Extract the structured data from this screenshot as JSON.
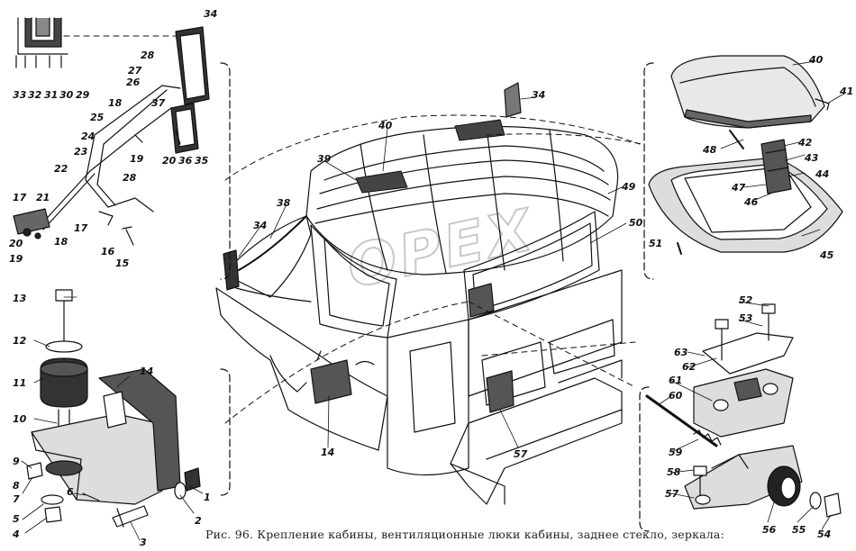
{
  "figure": {
    "caption": "Рис. 96. Крепление кабины, вентиляционные люки кабины, заднее стекло, зеркала:",
    "watermark": "OPEX"
  },
  "callouts": [
    {
      "id": "c1",
      "label": "1"
    },
    {
      "id": "c2",
      "label": "2"
    },
    {
      "id": "c3",
      "label": "3"
    },
    {
      "id": "c4",
      "label": "4"
    },
    {
      "id": "c5",
      "label": "5"
    },
    {
      "id": "c6",
      "label": "6"
    },
    {
      "id": "c7",
      "label": "7"
    },
    {
      "id": "c8",
      "label": "8"
    },
    {
      "id": "c9",
      "label": "9"
    },
    {
      "id": "c10",
      "label": "10"
    },
    {
      "id": "c11",
      "label": "11"
    },
    {
      "id": "c12",
      "label": "12"
    },
    {
      "id": "c13",
      "label": "13"
    },
    {
      "id": "c14a",
      "label": "14"
    },
    {
      "id": "c14b",
      "label": "14"
    },
    {
      "id": "c15",
      "label": "15"
    },
    {
      "id": "c16",
      "label": "16"
    },
    {
      "id": "c17a",
      "label": "17"
    },
    {
      "id": "c17b",
      "label": "17"
    },
    {
      "id": "c18a",
      "label": "18"
    },
    {
      "id": "c18b",
      "label": "18"
    },
    {
      "id": "c19a",
      "label": "19"
    },
    {
      "id": "c19b",
      "label": "19"
    },
    {
      "id": "c20a",
      "label": "20"
    },
    {
      "id": "c20b",
      "label": "20"
    },
    {
      "id": "c21",
      "label": "21"
    },
    {
      "id": "c22",
      "label": "22"
    },
    {
      "id": "c23",
      "label": "23"
    },
    {
      "id": "c24",
      "label": "24"
    },
    {
      "id": "c25",
      "label": "25"
    },
    {
      "id": "c26",
      "label": "26"
    },
    {
      "id": "c27",
      "label": "27"
    },
    {
      "id": "c28a",
      "label": "28"
    },
    {
      "id": "c28b",
      "label": "28"
    },
    {
      "id": "c29",
      "label": "29"
    },
    {
      "id": "c30",
      "label": "30"
    },
    {
      "id": "c31",
      "label": "31"
    },
    {
      "id": "c32",
      "label": "32"
    },
    {
      "id": "c33",
      "label": "33"
    },
    {
      "id": "c34a",
      "label": "34"
    },
    {
      "id": "c34b",
      "label": "34"
    },
    {
      "id": "c34c",
      "label": "34"
    },
    {
      "id": "c35",
      "label": "35"
    },
    {
      "id": "c36",
      "label": "36"
    },
    {
      "id": "c37",
      "label": "37"
    },
    {
      "id": "c38",
      "label": "38"
    },
    {
      "id": "c39",
      "label": "39"
    },
    {
      "id": "c40a",
      "label": "40"
    },
    {
      "id": "c40b",
      "label": "40"
    },
    {
      "id": "c41",
      "label": "41"
    },
    {
      "id": "c42",
      "label": "42"
    },
    {
      "id": "c43",
      "label": "43"
    },
    {
      "id": "c44",
      "label": "44"
    },
    {
      "id": "c45",
      "label": "45"
    },
    {
      "id": "c46",
      "label": "46"
    },
    {
      "id": "c47",
      "label": "47"
    },
    {
      "id": "c48",
      "label": "48"
    },
    {
      "id": "c49",
      "label": "49"
    },
    {
      "id": "c50",
      "label": "50"
    },
    {
      "id": "c51",
      "label": "51"
    },
    {
      "id": "c52",
      "label": "52"
    },
    {
      "id": "c53",
      "label": "53"
    },
    {
      "id": "c54",
      "label": "54"
    },
    {
      "id": "c55",
      "label": "55"
    },
    {
      "id": "c56",
      "label": "56"
    },
    {
      "id": "c57a",
      "label": "57"
    },
    {
      "id": "c57b",
      "label": "57"
    },
    {
      "id": "c58",
      "label": "58"
    },
    {
      "id": "c59",
      "label": "59"
    },
    {
      "id": "c60",
      "label": "60"
    },
    {
      "id": "c61",
      "label": "61"
    },
    {
      "id": "c62",
      "label": "62"
    },
    {
      "id": "c63",
      "label": "63"
    }
  ]
}
